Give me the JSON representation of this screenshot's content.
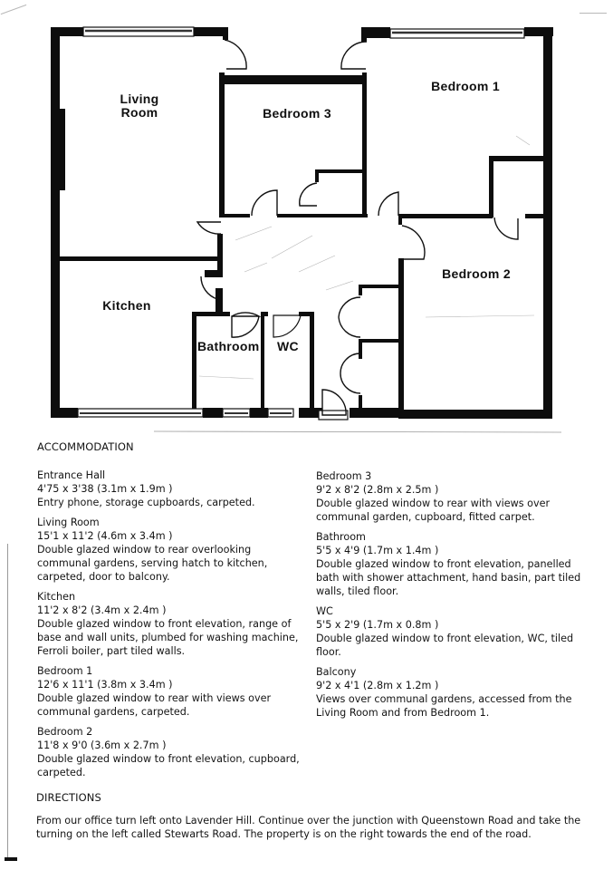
{
  "floorplan": {
    "rooms": [
      {
        "id": "living-room",
        "label": "Living\nRoom"
      },
      {
        "id": "bedroom-3",
        "label": "Bedroom 3"
      },
      {
        "id": "bedroom-1",
        "label": "Bedroom 1"
      },
      {
        "id": "bedroom-2",
        "label": "Bedroom 2"
      },
      {
        "id": "kitchen",
        "label": "Kitchen"
      },
      {
        "id": "bathroom",
        "label": "Bathroom"
      },
      {
        "id": "wc",
        "label": "WC"
      }
    ],
    "wall_color": "#0d0d0d"
  },
  "accommodation": {
    "heading": "ACCOMMODATION",
    "left_column": [
      {
        "name": "Entrance Hall",
        "dims": "4'75 x 3'38 (3.1m x 1.9m )",
        "desc": "Entry phone, storage cupboards, carpeted."
      },
      {
        "name": "Living Room",
        "dims": "15'1 x 11'2   (4.6m x 3.4m )",
        "desc": "Double glazed window to rear overlooking communal gardens, serving hatch to kitchen, carpeted, door to balcony."
      },
      {
        "name": "Kitchen",
        "dims": "11'2 x 8'2   (3.4m x 2.4m )",
        "desc": "Double glazed window to front elevation, range of base and wall units, plumbed for washing machine, Ferroli boiler, part tiled walls."
      },
      {
        "name": "Bedroom 1",
        "dims": "12'6 x 11'1  (3.8m x 3.4m  )",
        "desc": "Double glazed window to rear with views over communal gardens, carpeted."
      },
      {
        "name": "Bedroom 2",
        "dims": "11'8 x 9'0 (3.6m x 2.7m )",
        "desc": "Double glazed window to front elevation, cupboard, carpeted."
      }
    ],
    "right_column": [
      {
        "name": "Bedroom 3",
        "dims": "9'2 x 8'2   (2.8m x 2.5m )",
        "desc": "Double glazed window to rear with views over communal garden, cupboard, fitted carpet."
      },
      {
        "name": "Bathroom",
        "dims": "5'5 x 4'9 (1.7m x 1.4m )",
        "desc": "Double glazed window to front elevation, panelled bath with shower attachment, hand basin, part tiled walls, tiled floor."
      },
      {
        "name": "WC",
        "dims": "5'5 x 2'9   (1.7m x 0.8m   )",
        "desc": "Double glazed window to front elevation, WC, tiled floor."
      },
      {
        "name": "Balcony",
        "dims": "9'2 x 4'1   (2.8m x 1.2m )",
        "desc": "Views over communal gardens, accessed from the Living Room and from Bedroom 1."
      }
    ]
  },
  "directions": {
    "heading": "DIRECTIONS",
    "text": "From our office turn left onto Lavender Hill. Continue over the junction with Queenstown Road and take the turning on the left called Stewarts Road. The property is on the right towards the end of the road."
  }
}
